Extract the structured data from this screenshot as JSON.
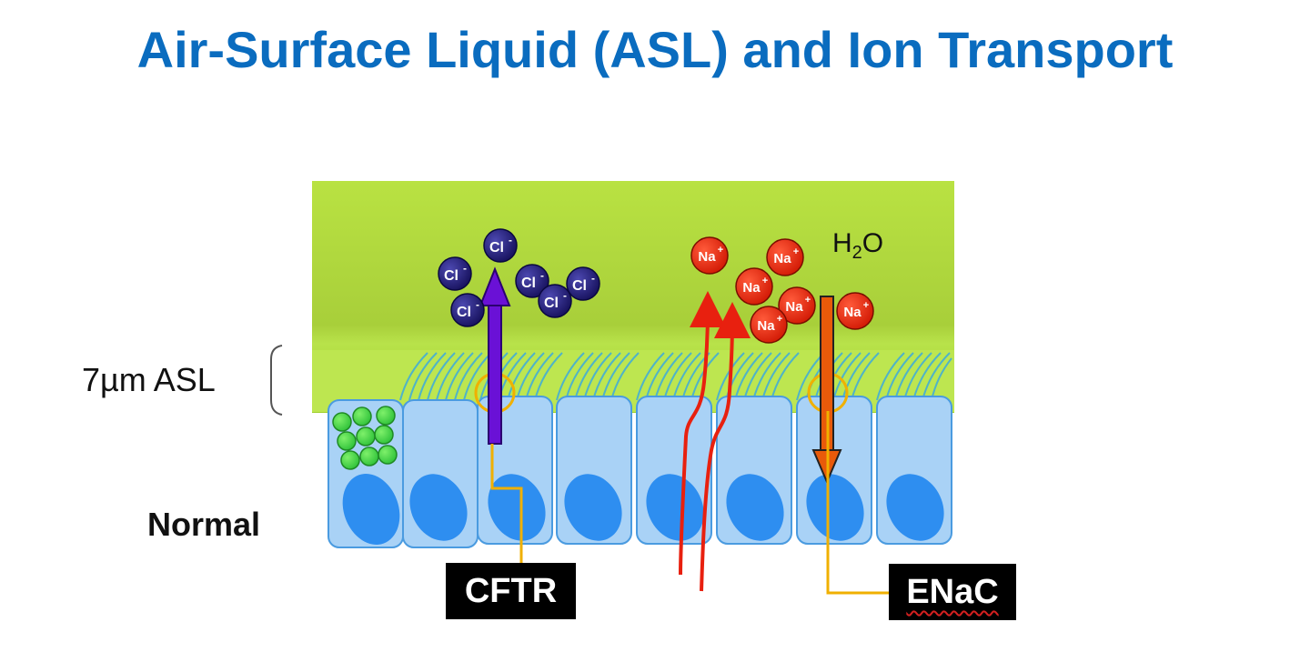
{
  "title": "Air-Surface Liquid (ASL) and Ion Transport",
  "labels": {
    "asl_height": "7µm ASL",
    "condition": "Normal",
    "water": "H",
    "water_sub": "2",
    "water_tail": "O",
    "cftr": "CFTR",
    "enac": "ENaC"
  },
  "ions": {
    "chloride": "Cl",
    "chloride_charge": "-",
    "sodium": "Na",
    "sodium_charge": "+"
  },
  "colors": {
    "title": "#0a6cbf",
    "asl_liquid": "#b2e03c",
    "cell": "#a9d2f6",
    "nucleus": "#2e8ef0",
    "chloride_ion": "#1e1a7a",
    "sodium_ion": "#e8200f",
    "channel": "#f0b000",
    "cftr_arrow": "#6a11d6",
    "enac_arrow": "#e85a0a",
    "cilia": "#4fb3c8"
  }
}
